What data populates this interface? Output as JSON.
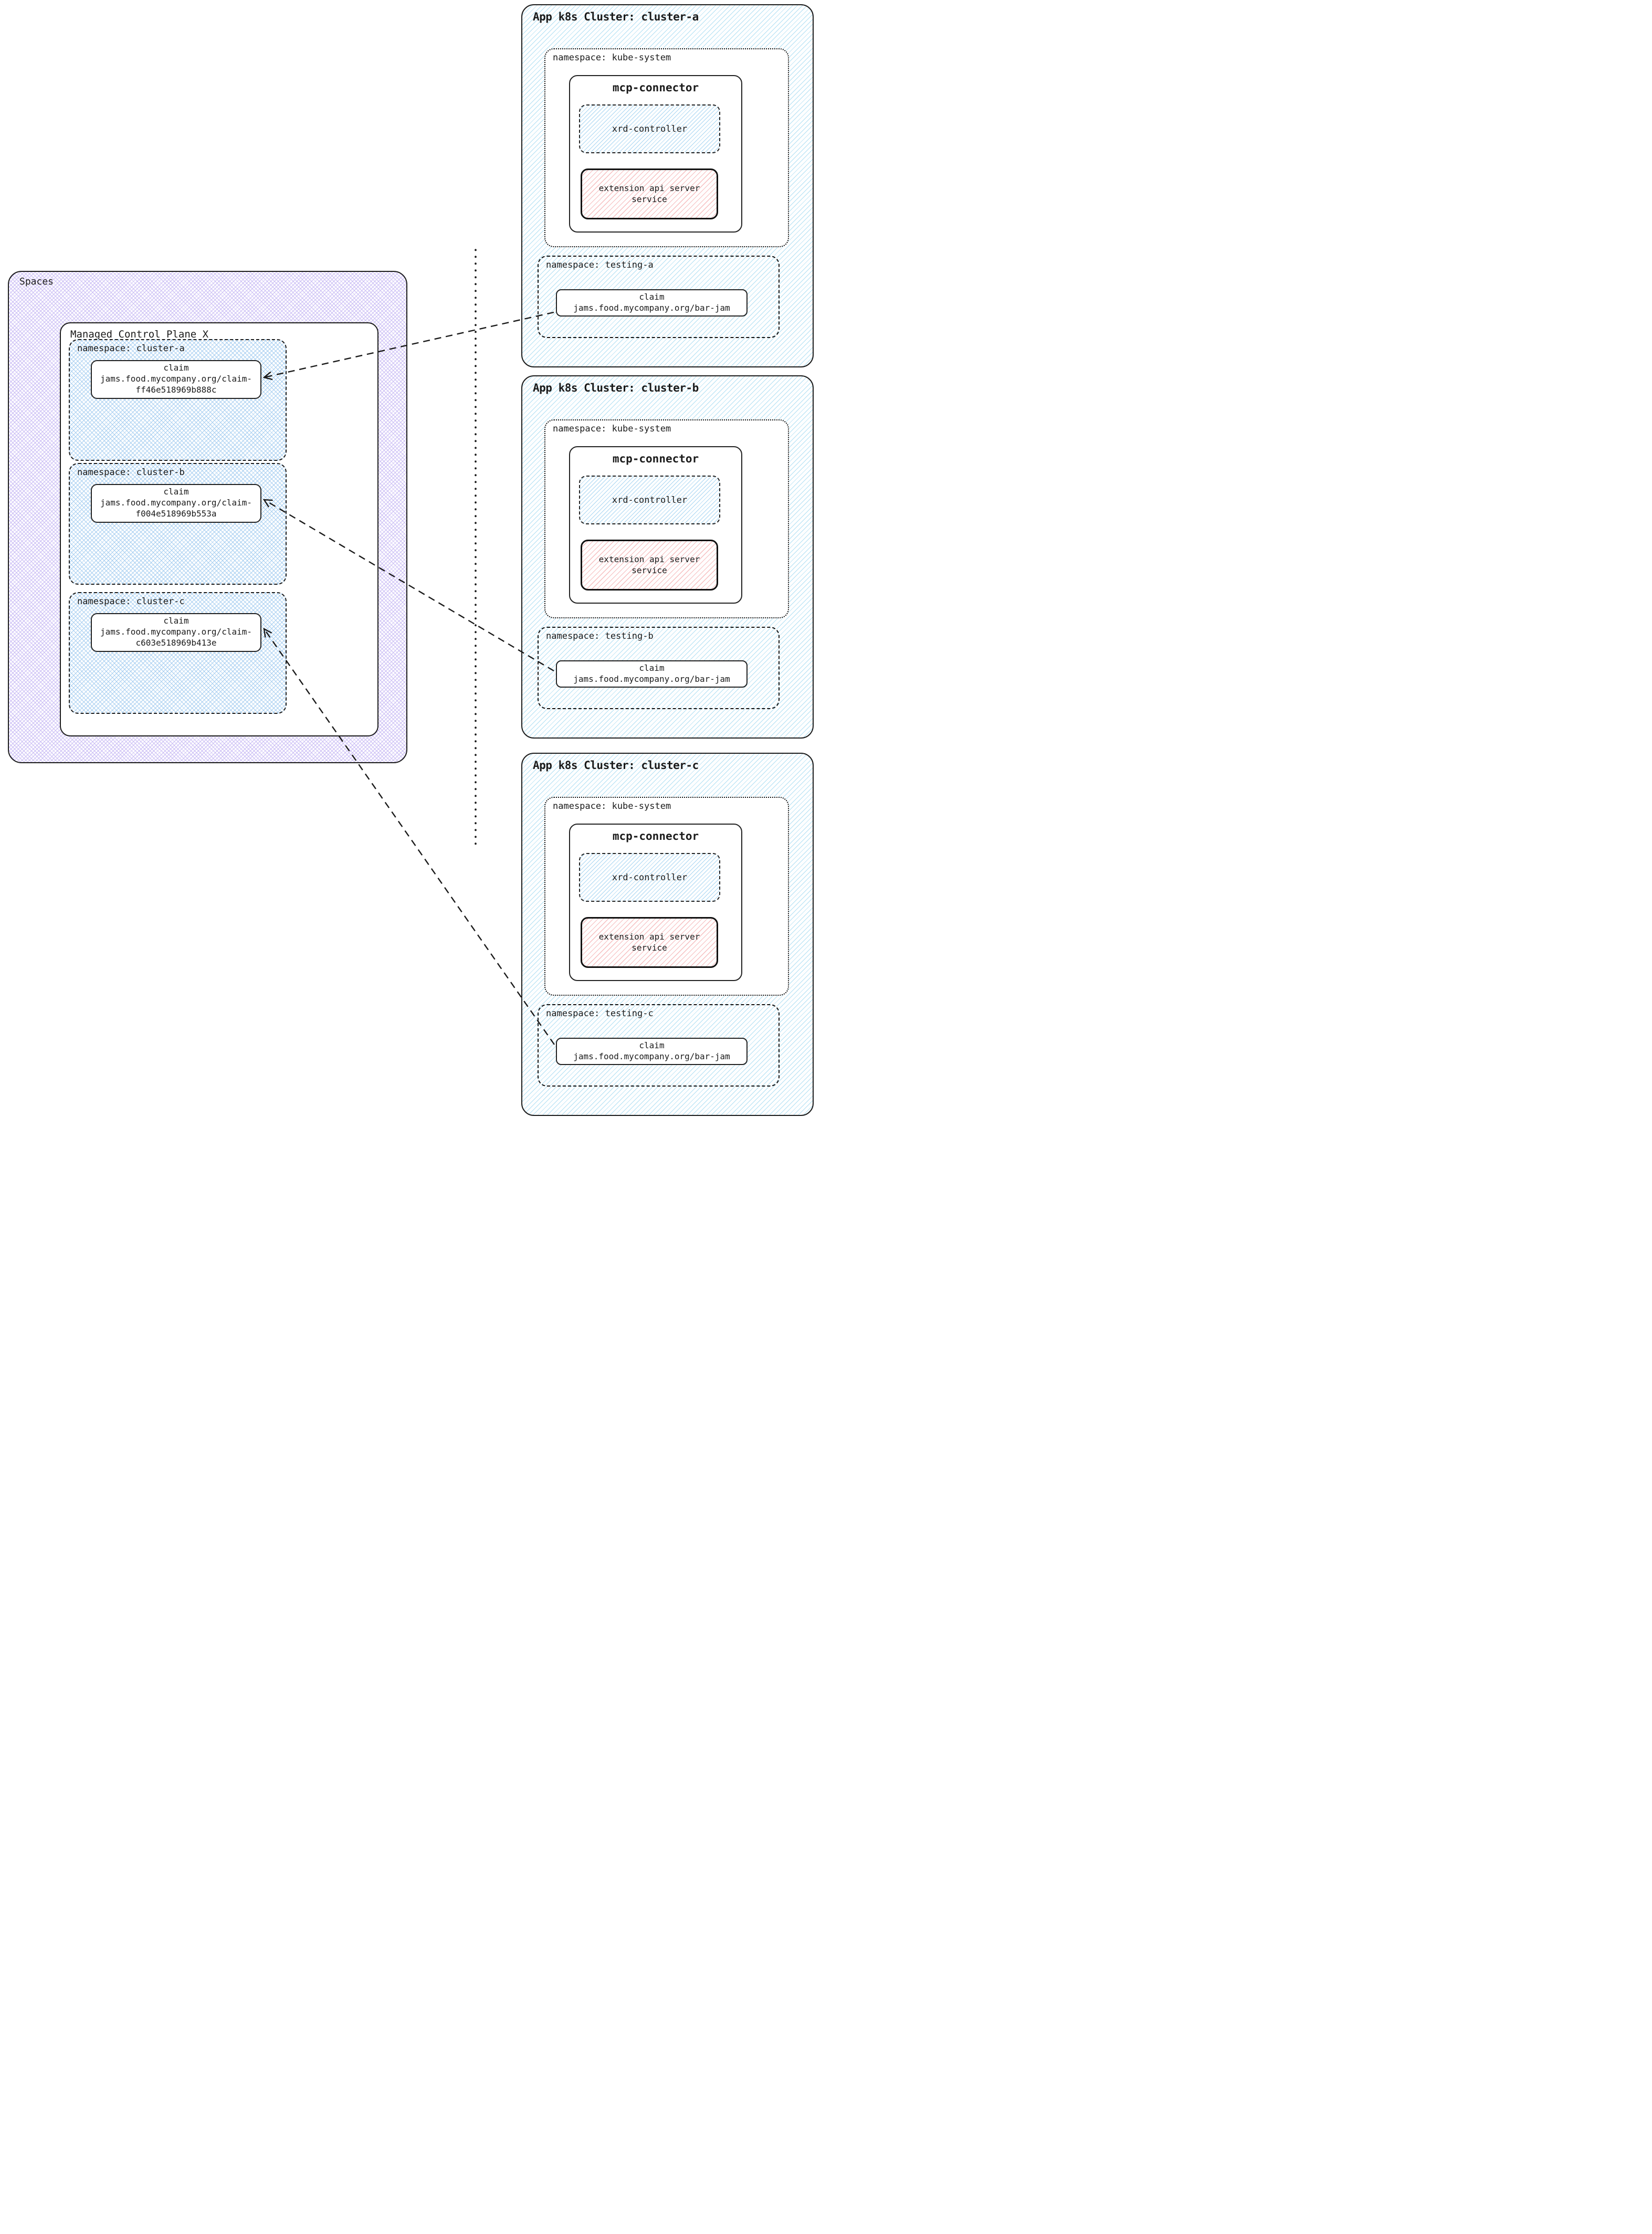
{
  "colors": {
    "ink": "#1a1a1a",
    "purple_hatch": "#c9bcf4",
    "blue_crosshatch": "#a5cdf0",
    "blue_diagonal_hatch": "#b2e0f3",
    "red_diagonal_hatch": "#f6bfc0"
  },
  "spaces": {
    "label": "Spaces",
    "control_plane": {
      "label": "Managed Control Plane X",
      "namespaces": [
        {
          "label": "namespace: cluster-a",
          "claim": {
            "title": "claim",
            "id": "jams.food.mycompany.org/claim-ff46e518969b888c"
          }
        },
        {
          "label": "namespace: cluster-b",
          "claim": {
            "title": "claim",
            "id": "jams.food.mycompany.org/claim-f004e518969b553a"
          }
        },
        {
          "label": "namespace: cluster-c",
          "claim": {
            "title": "claim",
            "id": "jams.food.mycompany.org/claim-c603e518969b413e"
          }
        }
      ]
    }
  },
  "clusters": [
    {
      "title": "App k8s Cluster: cluster-a",
      "kube_system": {
        "label": "namespace: kube-system",
        "mcp_connector": {
          "label": "mcp-connector",
          "xrd_controller": "xrd-controller",
          "extension_api": "extension api server service"
        }
      },
      "testing": {
        "label": "namespace: testing-a",
        "claim": {
          "title": "claim",
          "id": "jams.food.mycompany.org/bar-jam"
        }
      }
    },
    {
      "title": "App k8s Cluster: cluster-b",
      "kube_system": {
        "label": "namespace: kube-system",
        "mcp_connector": {
          "label": "mcp-connector",
          "xrd_controller": "xrd-controller",
          "extension_api": "extension api server service"
        }
      },
      "testing": {
        "label": "namespace: testing-b",
        "claim": {
          "title": "claim",
          "id": "jams.food.mycompany.org/bar-jam"
        }
      }
    },
    {
      "title": "App k8s Cluster: cluster-c",
      "kube_system": {
        "label": "namespace: kube-system",
        "mcp_connector": {
          "label": "mcp-connector",
          "xrd_controller": "xrd-controller",
          "extension_api": "extension api server service"
        }
      },
      "testing": {
        "label": "namespace: testing-c",
        "claim": {
          "title": "claim",
          "id": "jams.food.mycompany.org/bar-jam"
        }
      }
    }
  ]
}
